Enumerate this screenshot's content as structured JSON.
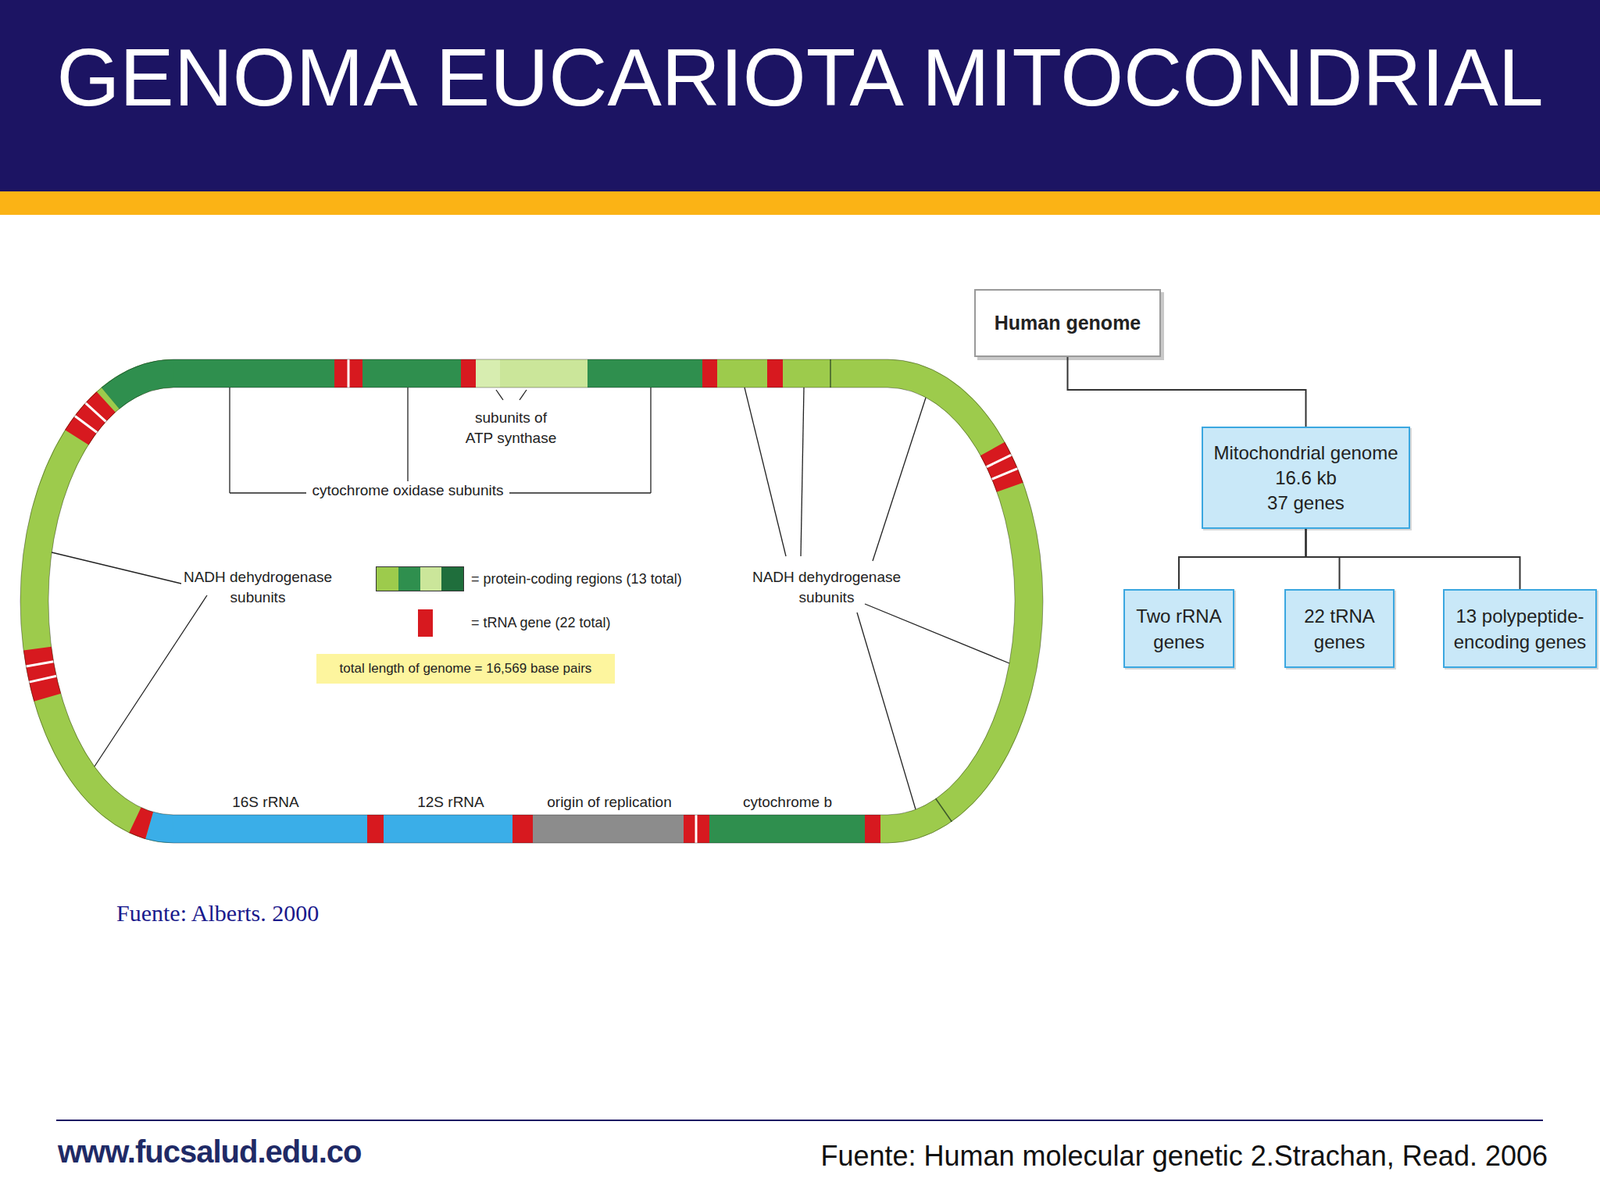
{
  "diagram": {
    "title": "GENOMA EUCARIOTA MITOCONDRIAL",
    "nodes": [
      {
        "text": [
          "Human genome"
        ]
      },
      {
        "text": [
          "Mitochondrial genome",
          "16.6 kb",
          "37 genes"
        ]
      },
      {
        "text": [
          "Two rRNA genes"
        ]
      },
      {
        "text": [
          "22 tRNA genes"
        ]
      },
      {
        "text": [
          "13 polypeptide-encoding genes"
        ]
      },
      {
        "text": [
          "total length of genome = 16,569 base pairs"
        ]
      }
    ],
    "edges": [
      {
        "from": 0,
        "to": 1,
        "arrow": "none"
      },
      {
        "from": 1,
        "to": 2,
        "arrow": "none"
      },
      {
        "from": 1,
        "to": 3,
        "arrow": "none"
      },
      {
        "from": 1,
        "to": 4,
        "arrow": "none"
      }
    ],
    "labels": [
      "subunits of ATP synthase",
      "cytochrome oxidase subunits",
      "NADH dehydrogenase subunits",
      "NADH dehydrogenase subunits",
      "16S rRNA",
      "12S rRNA",
      "origin of replication",
      "cytochrome b",
      "Fuente: Alberts. 2000",
      "www.fucsalud.edu.co",
      "Fuente: Human molecular genetic 2.Strachan, Read. 2006"
    ],
    "legend": [
      {
        "text": "= protein-coding regions (13 total)"
      },
      {
        "text": "= tRNA gene (22 total)",
        "color": "#d7191f"
      }
    ]
  }
}
